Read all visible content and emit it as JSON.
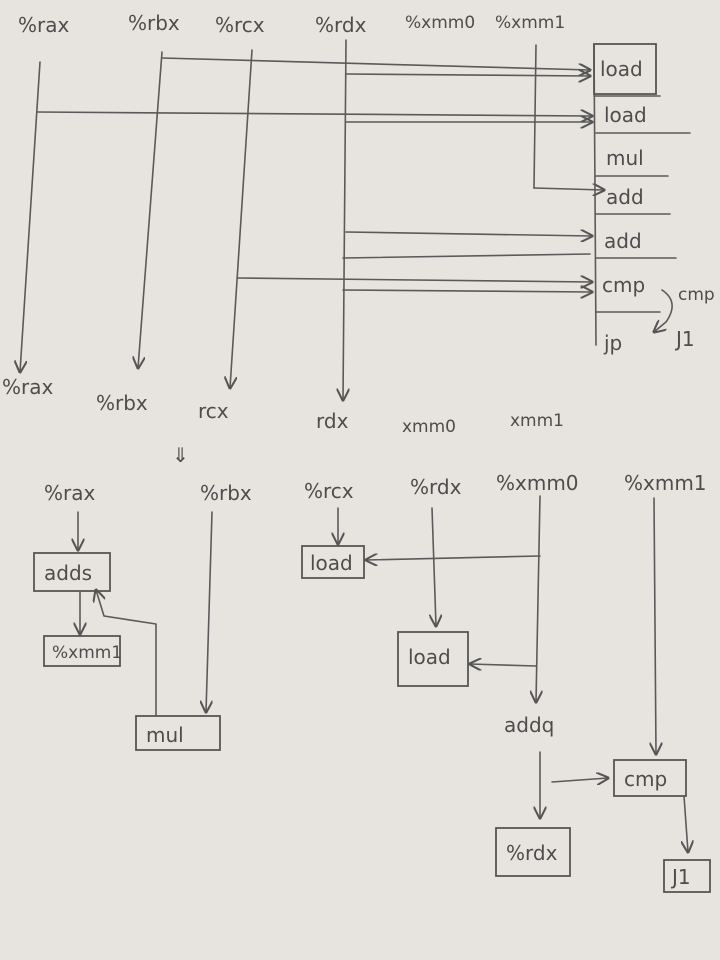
{
  "top_diagram": {
    "registers": [
      "%rax",
      "%rbx",
      "%rcx",
      "%rdx",
      "%xmm0",
      "%xmm1"
    ],
    "ops": [
      "load",
      "load",
      "mul",
      "add",
      "add",
      "cmp",
      "jp"
    ],
    "side_labels": [
      "cmp",
      "J1"
    ],
    "outputs": [
      "%rax",
      "%rbx",
      "rcx",
      "rdx",
      "xmm0",
      "xmm1"
    ]
  },
  "transition_arrow": "⇓",
  "bottom_diagram": {
    "registers": [
      "%rax",
      "%rbx",
      "%rcx",
      "%rdx",
      "%xmm0",
      "%xmm1"
    ],
    "nodes": {
      "adds": "adds",
      "xmm1_out": "%xmm1",
      "mul": "mul",
      "load1": "load",
      "load2": "load",
      "addq": "addq",
      "rdx_out": "%rdx",
      "cmp": "cmp",
      "j1": "J1"
    }
  }
}
